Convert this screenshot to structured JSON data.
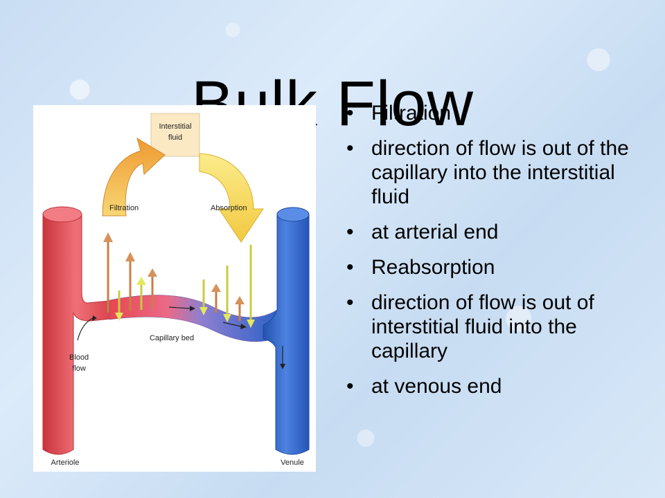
{
  "slide": {
    "title": "Bulk Flow",
    "bullets": [
      "Filtration",
      "direction of flow is out of the capillary into the interstitial fluid",
      "at arterial end",
      "Reabsorption",
      "direction of flow is out of interstitial fluid into the capillary",
      "at venous end"
    ]
  },
  "diagram": {
    "labels": {
      "interstitial_line1": "Interstitial",
      "interstitial_line2": "fluid",
      "filtration": "Filtration",
      "absorption": "Absorption",
      "capillary_bed": "Capillary bed",
      "blood_line1": "Blood",
      "blood_line2": "flow",
      "arteriole": "Arteriole",
      "venule": "Venule"
    },
    "colors": {
      "arteriole": "#e8474f",
      "venule": "#2f62c8",
      "filtration_arrow": "#f0b040",
      "absorption_arrow": "#f3dd5a",
      "outflow_arrow": "#d7915a",
      "inflow_arrow": "#e3e85f"
    }
  }
}
